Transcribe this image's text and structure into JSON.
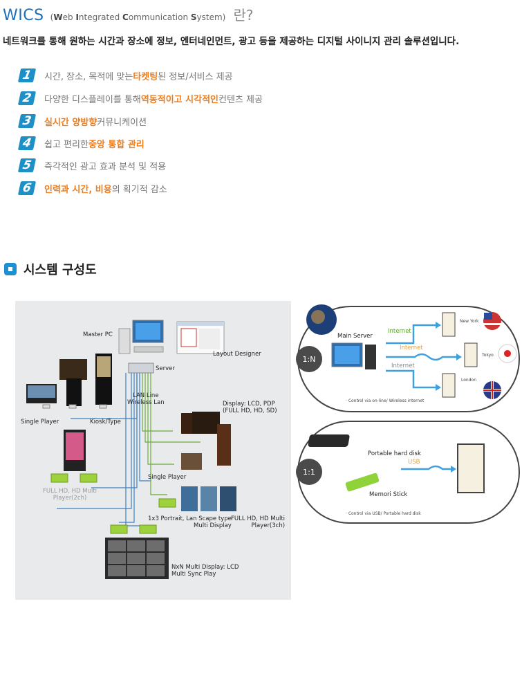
{
  "header": {
    "brand": "WICS",
    "expansion": [
      {
        "cap": "W",
        "rest": "eb "
      },
      {
        "cap": "I",
        "rest": "ntegrated "
      },
      {
        "cap": "C",
        "rest": "ommunication "
      },
      {
        "cap": "S",
        "rest": "ystem"
      }
    ],
    "question": "란?",
    "subtitle": "네트워크를 통해 원하는 시간과 장소에 정보, 엔터네인먼트, 광고 등을 제공하는 디지털 사이니지 관리 솔루션입니다."
  },
  "features": [
    {
      "num": "1",
      "pre": "시간, 장소, 목적에 맞는 ",
      "hl": "타켓팅",
      "post": " 된 정보/서비스 제공"
    },
    {
      "num": "2",
      "pre": "다양한 디스플레이를 통해 ",
      "hl": "역동적이고 시각적인",
      "post": " 컨텐츠 제공"
    },
    {
      "num": "3",
      "pre": "",
      "hl": "실시간 양방향",
      "post": " 커뮤니케이션"
    },
    {
      "num": "4",
      "pre": "쉽고 편리한 ",
      "hl": "중앙 통합 관리",
      "post": ""
    },
    {
      "num": "5",
      "pre": "즉각적인 광고 효과 분석 및 적용",
      "hl": "",
      "post": ""
    },
    {
      "num": "6",
      "pre": "",
      "hl": "인력과 시간, 비용",
      "post": "의 획기적 감소"
    }
  ],
  "section": {
    "title": "시스템 구성도"
  },
  "diagram_left": {
    "master_pc": "Master PC",
    "layout_designer": "Layout Designer",
    "server": "Server",
    "lan_line": "LAN Line",
    "wireless_lan": "Wireless Lan",
    "single_player_top": "Single Player",
    "kiosk": "Kiosk/Type",
    "display_line1": "Display: LCD, PDP",
    "display_line2": "(FULL HD, HD, SD)",
    "single_player_mid": "Single Player",
    "fullhd2_line1": "FULL HD, HD Multi",
    "fullhd2_line2": "Player(2ch)",
    "portrait_line1": "1x3 Portrait, Lan Scape type",
    "portrait_line2": "Multi Display",
    "fullhd3_line1": "FULL HD, HD Multi",
    "fullhd3_line2": "Player(3ch)",
    "nxn_line1": "NxN Multi Display: LCD",
    "nxn_line2": "Multi Sync Play"
  },
  "diagram_right": {
    "ratio_1n": "1:N",
    "main_server": "Main Server",
    "internet1": "Internet",
    "internet2": "Internet",
    "internet3": "Internet",
    "city1": "New York",
    "city2": "Tokyo",
    "city3": "London",
    "note_1n": "· Control via on-line/ Wireless internet",
    "ratio_11": "1:1",
    "hard_disk": "Portable hard disk",
    "usb": "USB",
    "memory_stick": "Memori Stick",
    "note_11": "· Control via USB/ Portable hard disk"
  },
  "colors": {
    "brand_blue": "#1e6fb8",
    "number_blue": "#1e90c8",
    "highlight_orange": "#f07d1a",
    "diagram_bg": "#e9eaeb"
  }
}
